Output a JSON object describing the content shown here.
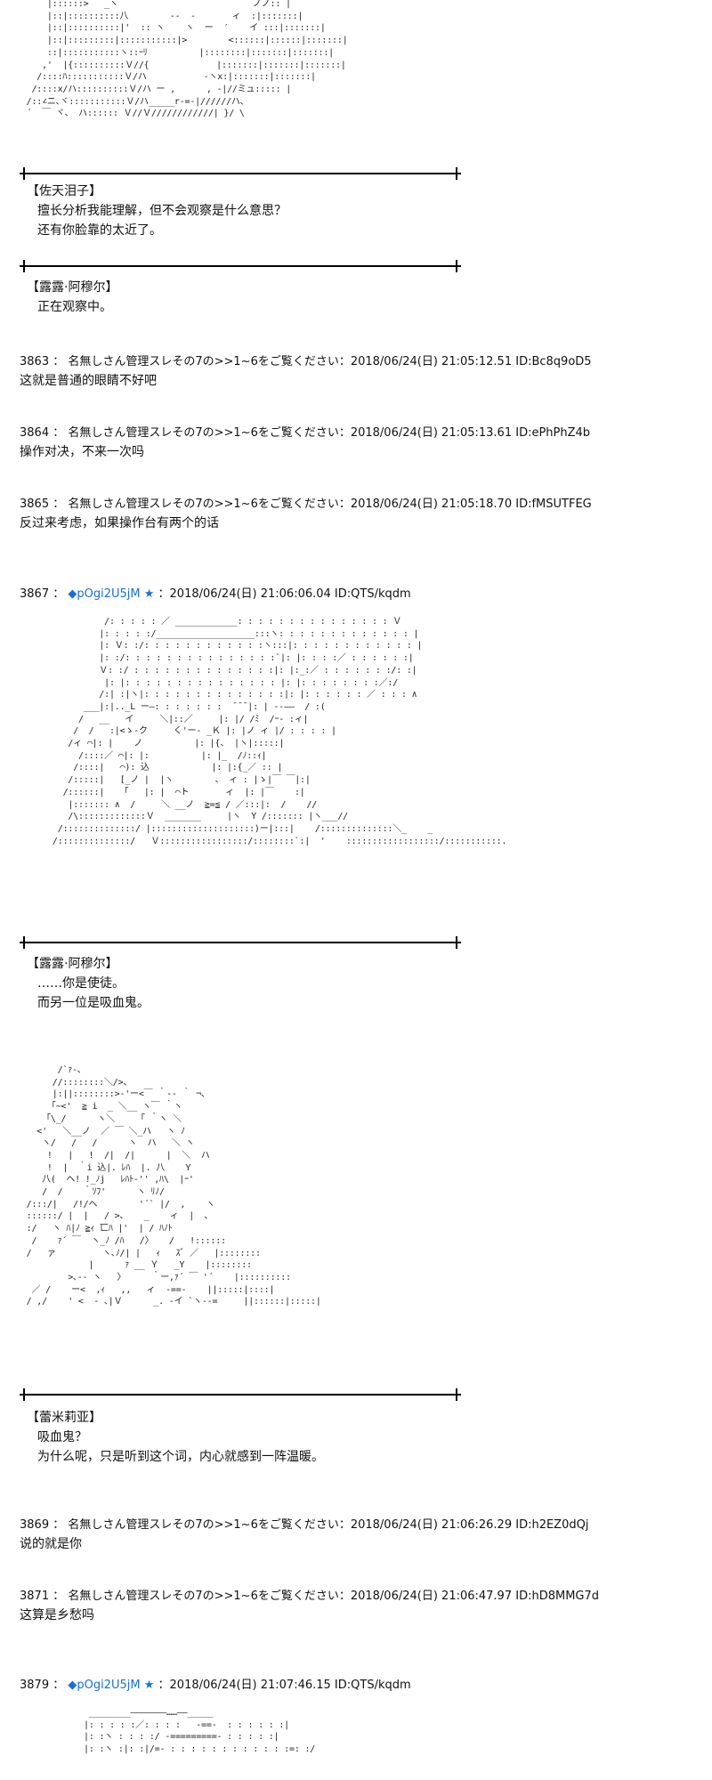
{
  "aa": {
    "art1": "      |::::::>   _ヽ                          ノノ:: |\n      |::|::::::::::八        --  -       ィ  :|:::::::|\n      |::|::::::::::|'  :: ヽ    ヽ  ー  ′    イ :::|:::::::|\n      |::|:::::::::|:::::::::::|>        <::::::|::::::|:::::::|\n      ::|:::::::::::ヽ::ｰﾘ          |::::::::|:::::::|:::::::|\n     ,'  |{::::::::::Ｖ//{             |:::::::|:::::::|:::::::|\n    /::::ﾊ:::::::::::Ｖ/ハ           ‐ヽx:|:::::::|:::::::|\n   /::::x/ハ::::::::::Ｖ/ハ ー ,      , -|//ミュ::::: |\n  /::∠ニ､ヾ:::::::::::Ｖ/ハ_____r-=-|//////ハ､\n  ´  ￣ ヾ、 ハ:::::: Ｖ//Ｖ////////////| }/ \\",
    "art2": "                /: : : : : ／ ____________: : : : : : : : : : : : : : : Ｖ\n               |: : : : :/___________________:::ヽ: : : : : : : : : : : : : |\n               |: Ｖ: :/: : : : : : : : : : : :ヽ:::|: : : : : : : : : : : : |\n               |: :/: : : : : : : : : : : : : : :`|: |: : : :／ : : : : : :|\n               Ｖ: :/ : : : : : : : : : : : : : :|: |:_:／ : : : : : : :/: :|\n                |: |: : : : : : : : : : : : : : : |: |: : : : : : : :／:/\n               /:| :|ヽ|: : : : : : : : : : : : : :|: |: : : : : : ／ : : : ∧\n            ___|:|.._L ー―: : : : : : :  ̄ ̄ ̄ |: | -‐――  / :(\n           /   __   イ     ＼|::／     |: |/ /ﾐ  /ｰ‐ :ィ|\n          /  /   :|<ゝ-ク     く'ー‐ _Ｋ |: |ノ ィ |/ : : : : |\n         /ィ ⌒|: |    ノ          |: |{、 |ヽ|:::::|\n           /::::／ ⌒|: |:          |: |_  /ﾉ::ｨ|\n          /::::|   ⌒): 込            |: |:{_／ :: |\n         /:::::|   [_ノ |  |ヽ        、 ィ : |ゝ|￣ ￣|:|\n        /::::::|   「   |: |  ⌒ト       ィ  |: |￣    :|\n         |::::::: ∧  /     ＼ __ノ  ≧=≦ / ／:::|:  /    //\n         /\\:::::::::::::Ｖ  _______     |ヽ  Y /::::::: |ヽ___//\n       /::::::::::::::/ |::::::::::::::::::::)ー|:::|    /::::::::::::::＼_    _\n      /::::::::::::::/   Ｖ:::::::::::::::::/::::::::`:|  '    ::::::::::::::::::/:::::::::::.",
    "art3": "        /`ｧ-､\n       //::::::::＼/>、\n       |:||::::::::>‐'ー<￣ ｀-‐ ｀ ¬､\n      「~<'  ≧ i  _ ＼__ ヽ￣ ｀ヽ\n     「\\_/      ヽ＼     ｢ ｀ヽ ＼\n    <'   ＼__ノ  ／ ￣ ＼_ハ   ヽ ﾉ\n     ヽ/   /   /      ヽ  ハ   ＼ ヽ\n      !   |   !  /|  /|      |  ＼  ハ\n      !  |  ｀i 込|. ﾚﾊ  |. 八    Y\n     八(  ヘ! !_ﾉj   ﾚﾊﾄ-'' ,ﾊ\\  |ｰ'\n     /  /    ｀ｿﾌ'      ヽ ﾘﾉ/\n  /:::/|   /!/ヘ        '´` |/  ,    ヽ\n  ::::::/ |  |   / >、   _    ィ  |  ､\n  :/   ヽ ﾊ|ﾉ ≧ｨ 匸ﾊ |'  | / ﾊﾉﾄ\n   /    ｧ´ ￣  ヽ_ﾉ /ﾊ   /〉   /   !::::::\n  /   ァ         ヽ､ﾉ/| |   ｨ   ｽﾞ ／   |::::::::\n              |      ｧ __ Ｙ   _Y    |::::::::\n          >､-‐ ヽ   〉     ｀ー,ｧ´ ￣ '´    |::::::::::\n   ／ /    ー<  ,ｨ   ,,   ィ  ‐==-    ||:::::|::::|\n  / ,/    ' <  ‐ ､|Ｖ      _. -イ `ヽ--=     ||::::::|:::::|",
    "art4": "            ________―――――――……――_____\n           |: : : : :／: : : :   -==-  : : : : : :|\n           |: :ヽ : : : :/ -=========- : : : : :|\n           |: :ヽ :|: :|/=- : : : : : : : : : : : :=: :/"
  },
  "sections": {
    "s1_name": "【佐天泪子】",
    "s1_l1": "擅长分析我能理解，但不会观察是什么意思？",
    "s1_l2": "还有你脸靠的太近了。",
    "s2_name": "【露露·阿穆尔】",
    "s2_l1": "正在观察中。",
    "p3863_h": "3863 ： 名無しさん管理スレその7の>>1~6をご覧ください：2018/06/24(日) 21:05:12.51 ID:Bc8q9oD5",
    "p3863_b": "这就是普通的眼睛不好吧",
    "p3864_h": "3864 ： 名無しさん管理スレその7の>>1~6をご覧ください：2018/06/24(日) 21:05:13.61 ID:ePhPhZ4b",
    "p3864_b": "操作对决，不来一次吗",
    "p3865_h": "3865 ： 名無しさん管理スレその7の>>1~6をご覧ください：2018/06/24(日) 21:05:18.70 ID:fMSUTFEG",
    "p3865_b": "反过来考虑，如果操作台有两个的话",
    "p3867_num": "3867 ：",
    "p3867_trip": "◆pOgi2U5jM",
    "p3867_star": "★",
    "p3867_rest": "：2018/06/24(日) 21:06:06.04 ID:QTS/kqdm",
    "s3_name": "【露露·阿穆尔】",
    "s3_l1": "……你是使徒。",
    "s3_l2": "而另一位是吸血鬼。",
    "s4_name": "【蕾米莉亚】",
    "s4_l1": "吸血鬼？",
    "s4_l2": "为什么呢，只是听到这个词，内心就感到一阵温暖。",
    "p3869_h": "3869 ： 名無しさん管理スレその7の>>1~6をご覧ください：2018/06/24(日) 21:06:26.29 ID:h2EZ0dQj",
    "p3869_b": "说的就是你",
    "p3871_h": "3871 ： 名無しさん管理スレその7の>>1~6をご覧ください：2018/06/24(日) 21:06:47.97 ID:hD8MMG7d",
    "p3871_b": "这算是乡愁吗",
    "p3879_num": "3879 ：",
    "p3879_trip": "◆pOgi2U5jM",
    "p3879_star": "★",
    "p3879_rest": "：2018/06/24(日) 21:07:46.15 ID:QTS/kqdm"
  },
  "colors": {
    "trip": "#1a6fd6",
    "text": "#111111"
  }
}
